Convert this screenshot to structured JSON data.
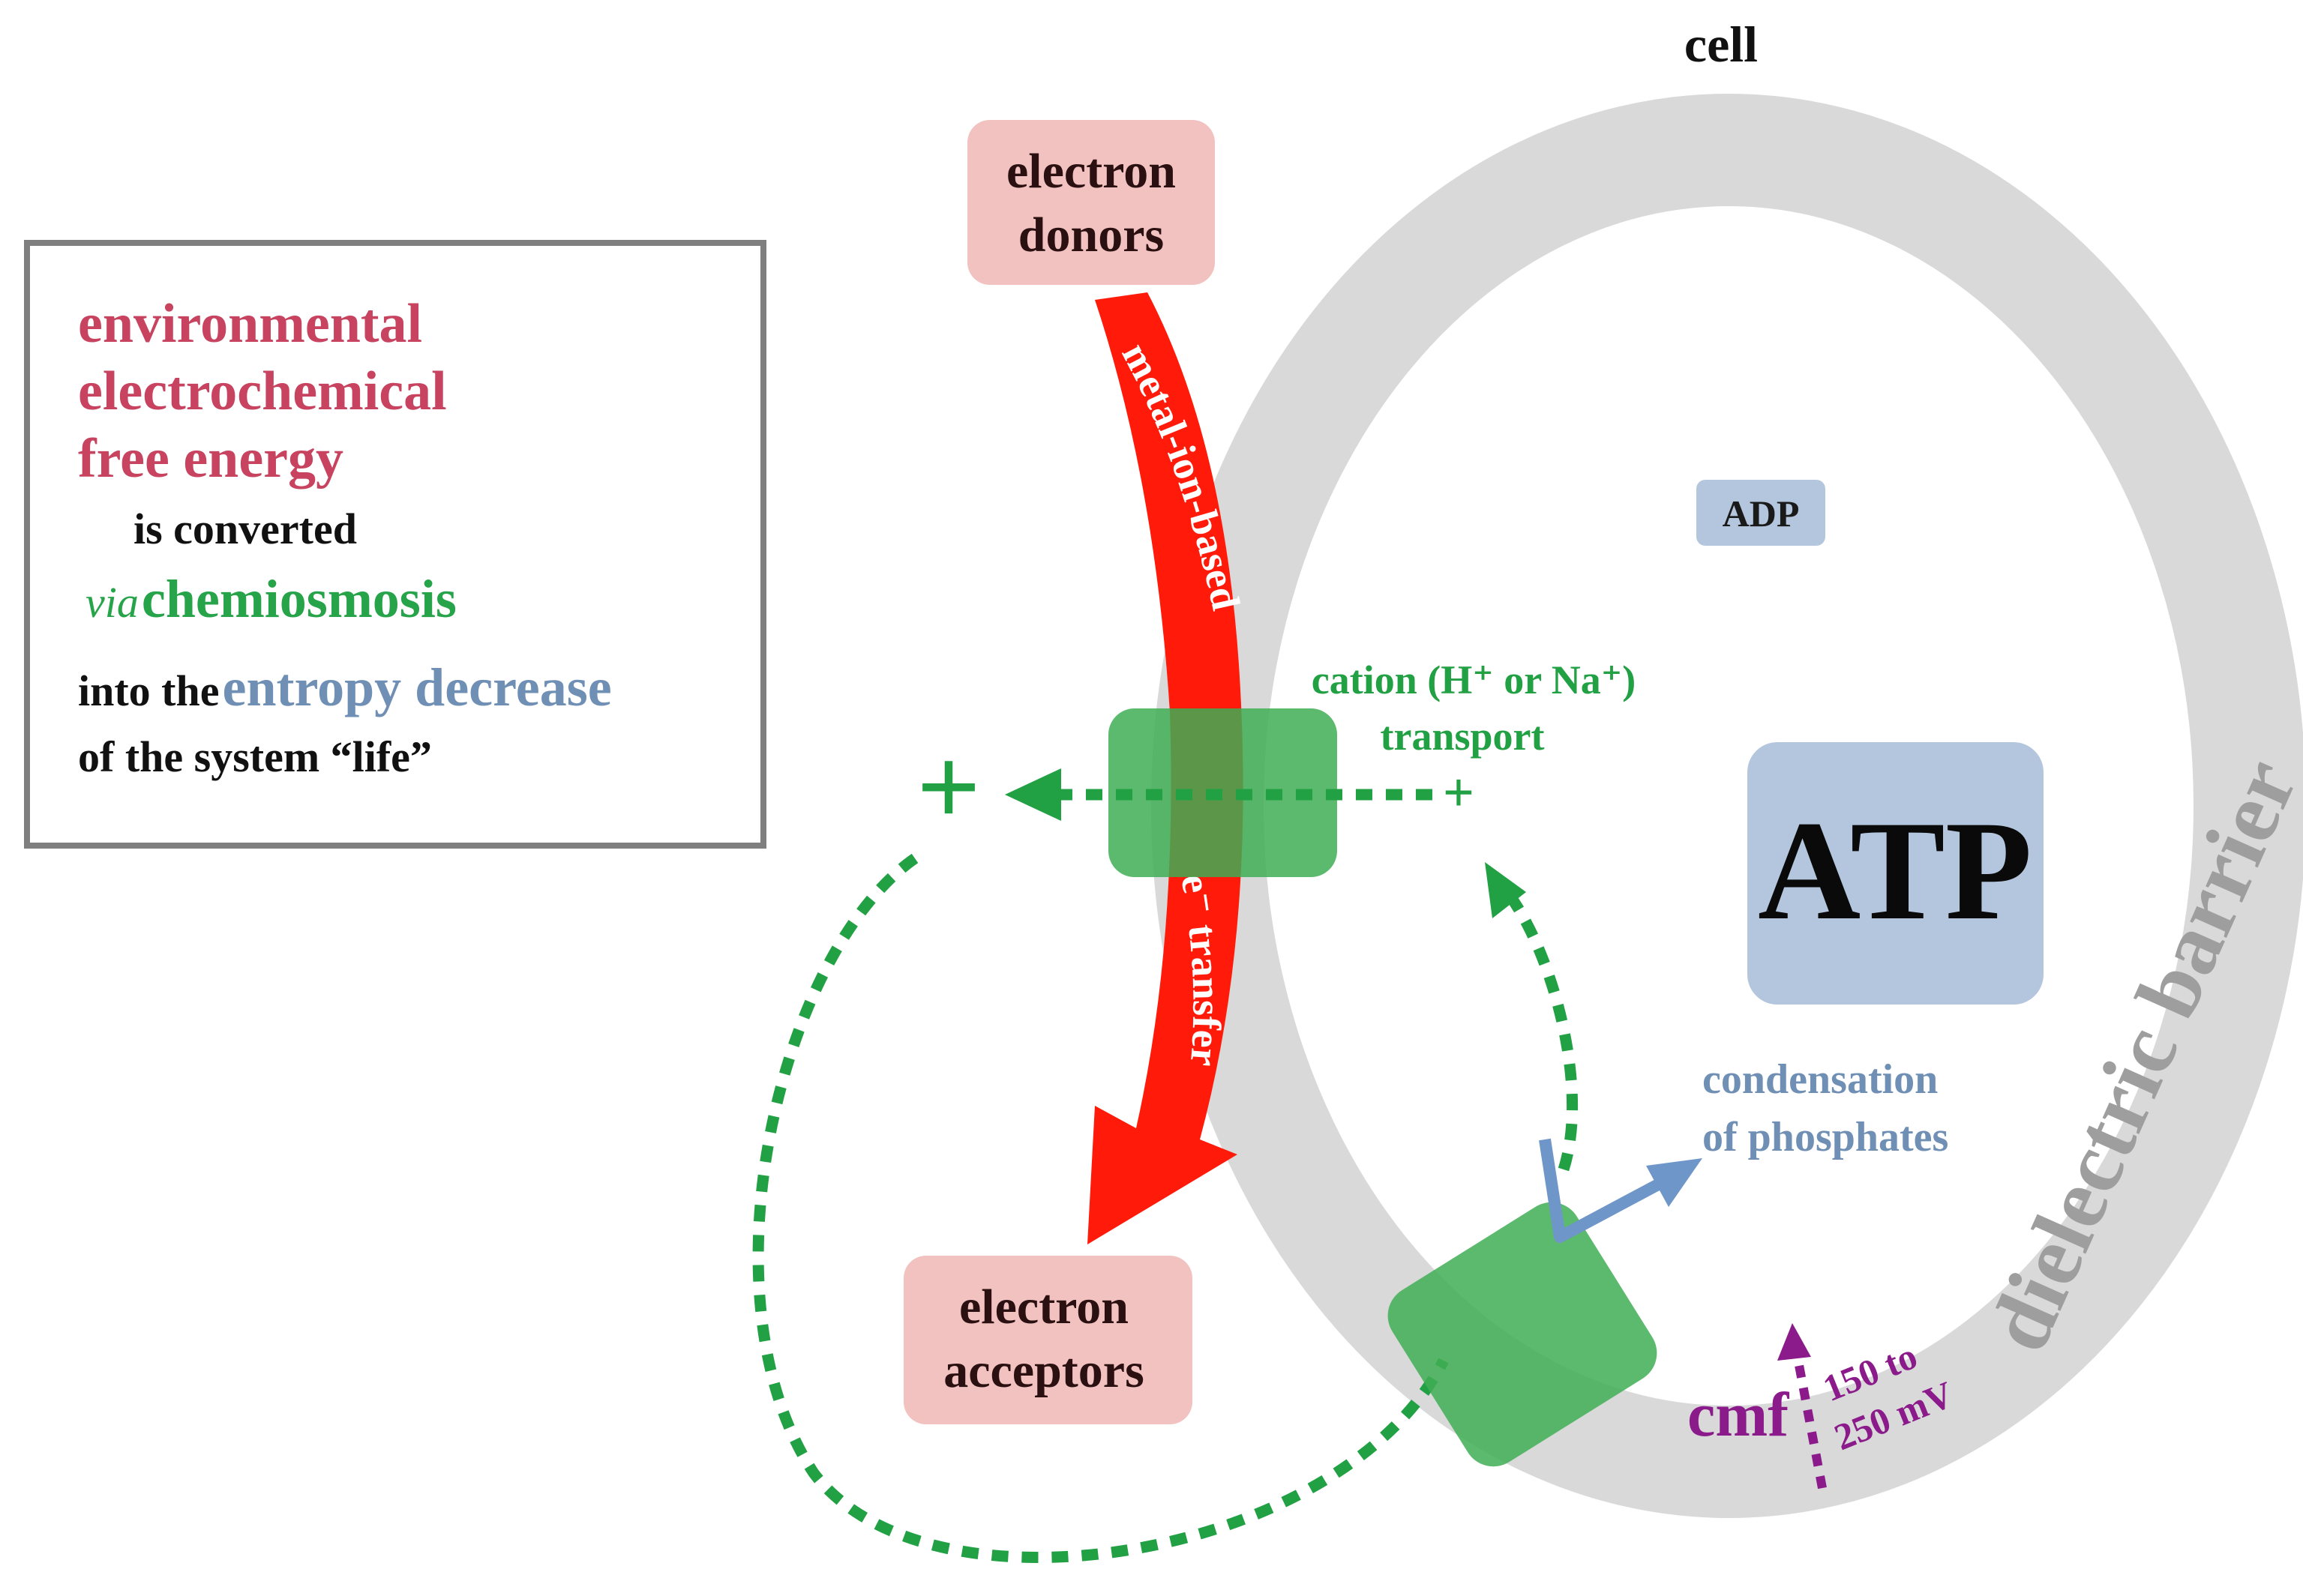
{
  "title": "cell",
  "info_box": {
    "line1": "environmental",
    "line2": "electrochemical",
    "line3": "free energy",
    "line4": "is converted",
    "via_word": "via",
    "chemiosmosis": "chemiosmosis",
    "into_the": "into the",
    "entropy_decrease": "entropy decrease",
    "last_line": "of the system “life”"
  },
  "boxes": {
    "donors_line1": "electron",
    "donors_line2": "donors",
    "acceptors_line1": "electron",
    "acceptors_line2": "acceptors",
    "adp": "ADP",
    "atp": "ATP"
  },
  "labels": {
    "arrow_upper": "metal-ion-based",
    "arrow_lower": "e⁻ transfer",
    "cation_line1": "cation (H⁺ or Na⁺)",
    "cation_line2": "transport",
    "plus_big": "+",
    "plus_small": "+",
    "condensation_line1": "condensation",
    "condensation_line2": "of phosphates",
    "dielectric": "dielectric barrier",
    "cmf": "cmf",
    "voltage_line1": "150 to",
    "voltage_line2": "250 mV"
  },
  "colors": {
    "membrane": "#d9d9d9",
    "electron_arrow": "#ff1a0a",
    "transporter": "#3fae55",
    "cation_flow": "#22a044",
    "phosphate": "#6f96c8",
    "cmf": "#8b1a8b",
    "electron_box": "#f2c2c0",
    "atp_box": "#b4c6dd"
  },
  "icons": {
    "membrane": "ring-shape",
    "transporter": "rounded-square"
  }
}
